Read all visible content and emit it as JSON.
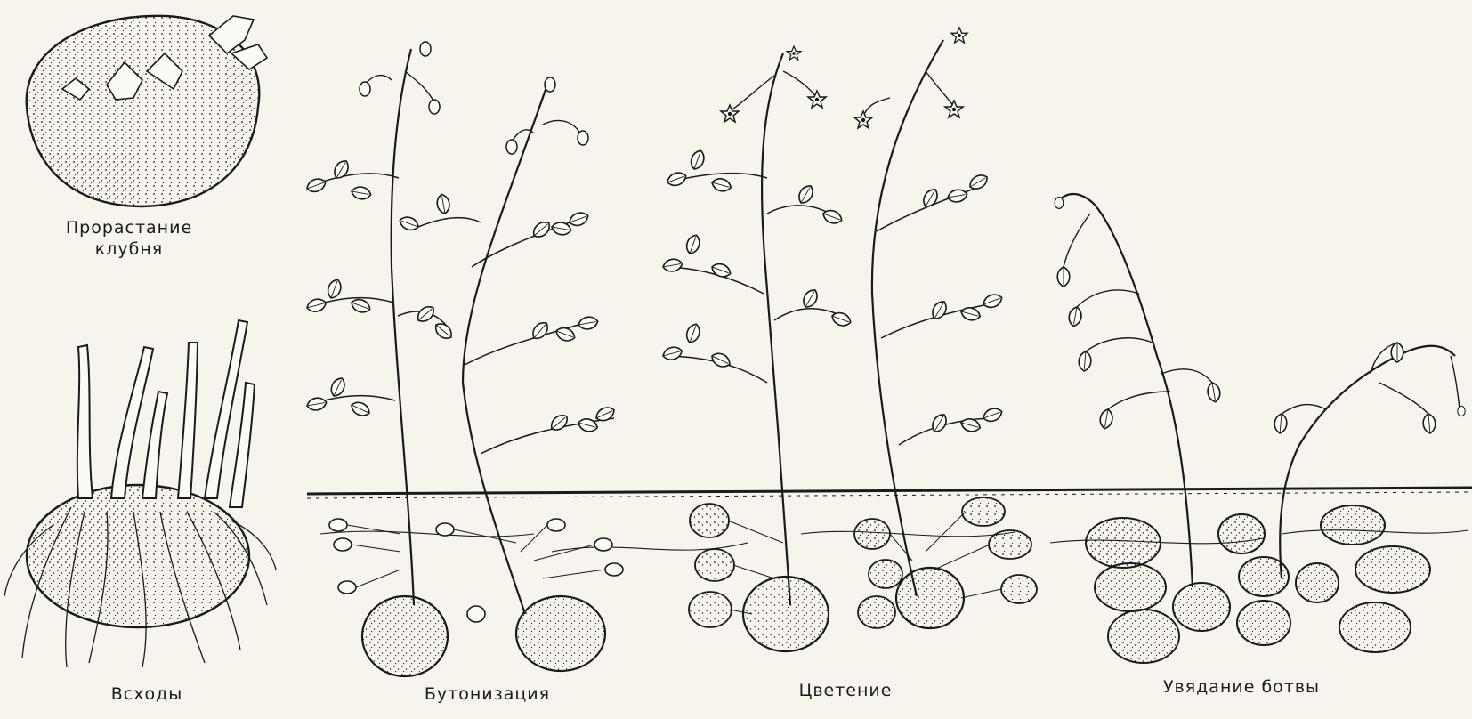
{
  "labels": {
    "tuber_sprouting_line1": "Прорастание",
    "tuber_sprouting_line2": "клубня",
    "emergence": "Всходы",
    "budding": "Бутонизация",
    "flowering": "Цветение",
    "haulm_wilting": "Увядание ботвы"
  },
  "colors": {
    "background": "#f6f4ec",
    "ink": "#1a1a1a"
  }
}
